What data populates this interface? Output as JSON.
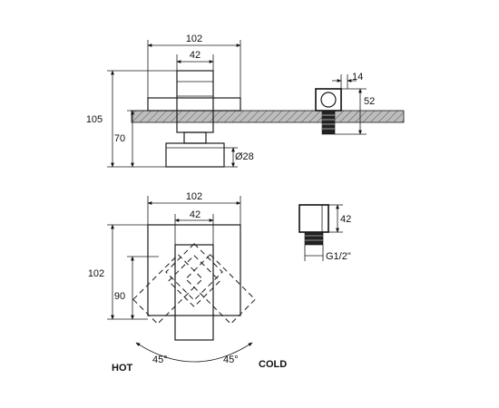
{
  "top_view": {
    "width_overall": "102",
    "width_handle": "42",
    "height_total": "105",
    "height_below": "70",
    "flange_dia": "Ø28"
  },
  "side_detail": {
    "width": "14",
    "height": "52"
  },
  "front_view": {
    "width_overall": "102",
    "width_handle": "42",
    "height_total": "102",
    "height_inner": "90",
    "angle_left": "45°",
    "angle_right": "45°",
    "label_hot": "HOT",
    "label_cold": "COLD"
  },
  "connector_detail": {
    "height": "42",
    "thread": "G1/2\""
  }
}
